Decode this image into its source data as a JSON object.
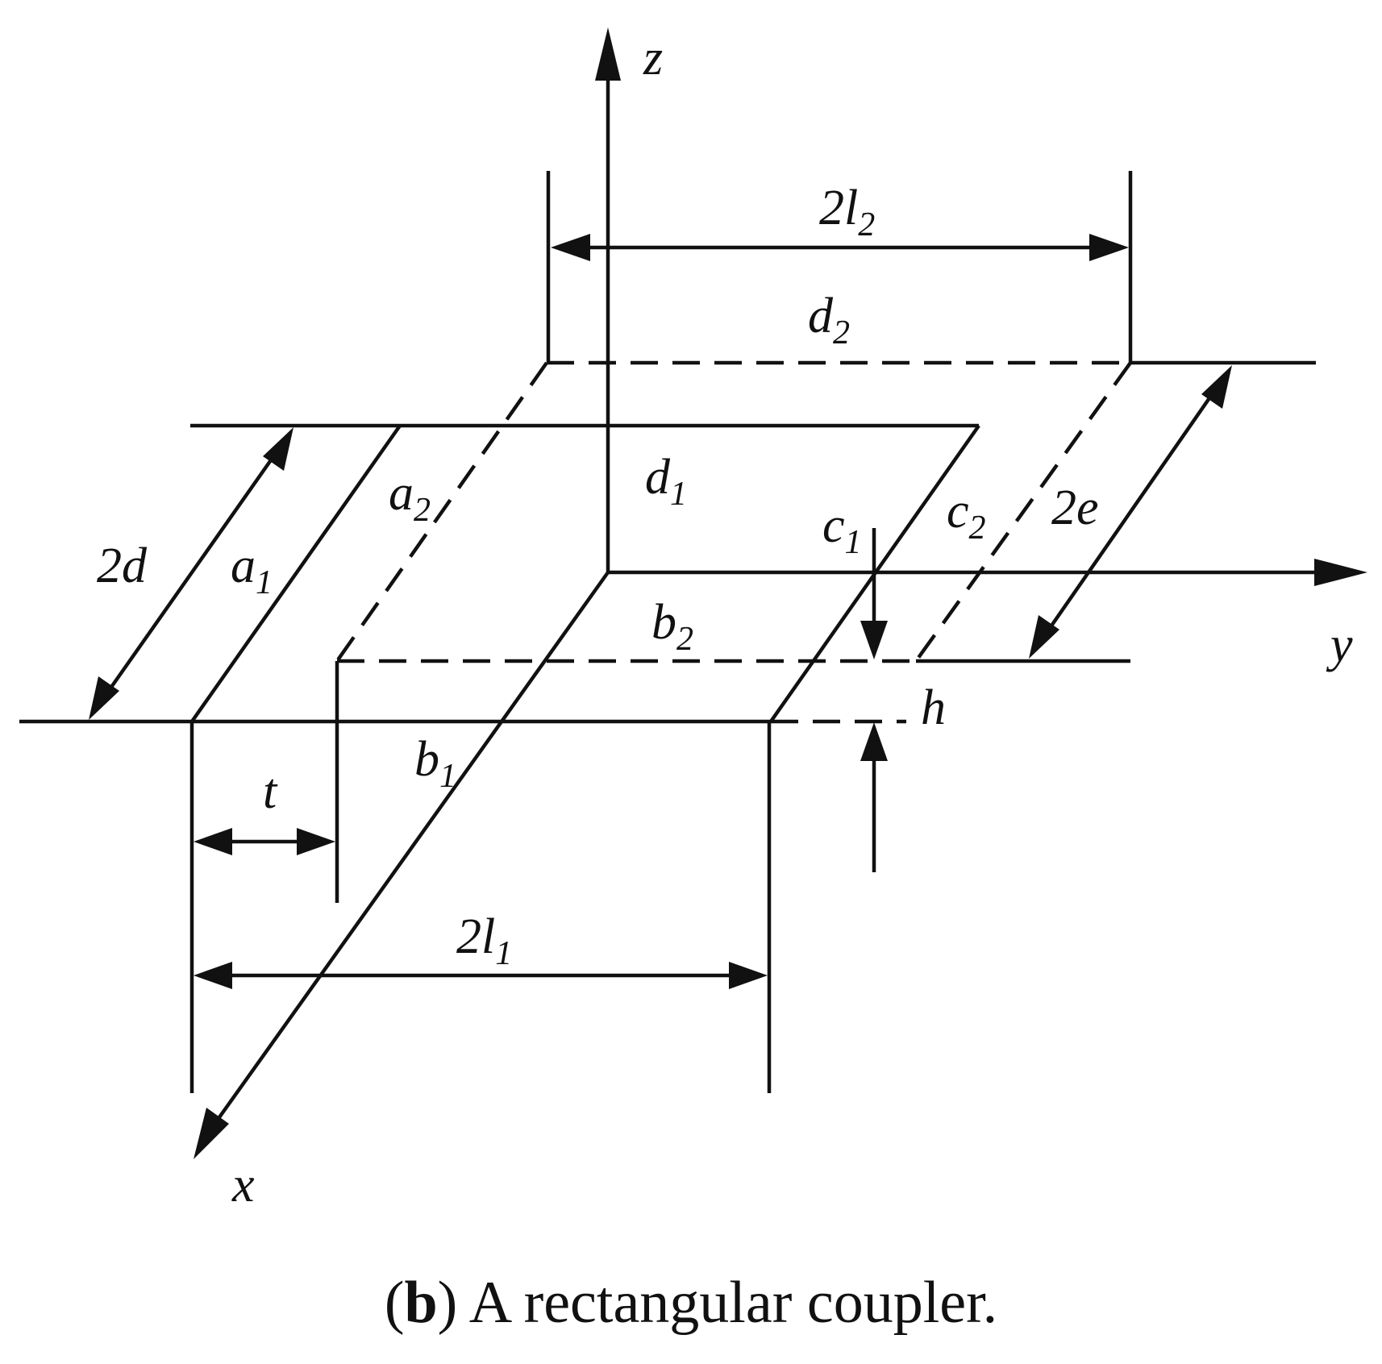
{
  "figure": {
    "caption_letter": "b",
    "caption_text": " A rectangular coupler.",
    "labels": {
      "axis_z": "z",
      "axis_y": "y",
      "axis_x": "x",
      "dim_2l2": {
        "main": "2l",
        "sub": "2"
      },
      "d2": {
        "main": "d",
        "sub": "2"
      },
      "d1": {
        "main": "d",
        "sub": "1"
      },
      "a2": {
        "main": "a",
        "sub": "2"
      },
      "a1": {
        "main": "a",
        "sub": "1"
      },
      "dim_2d": "2d",
      "c1": {
        "main": "c",
        "sub": "1"
      },
      "c2": {
        "main": "c",
        "sub": "2"
      },
      "dim_2e": "2e",
      "b2": {
        "main": "b",
        "sub": "2"
      },
      "b1": {
        "main": "b",
        "sub": "1"
      },
      "h": "h",
      "t": "t",
      "dim_2l1": {
        "main": "2l",
        "sub": "1"
      }
    }
  }
}
